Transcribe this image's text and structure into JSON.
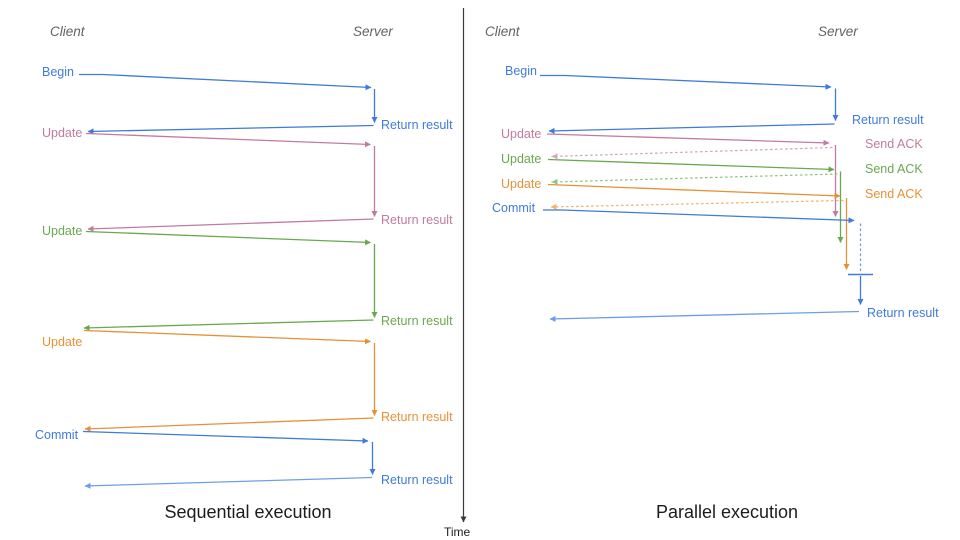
{
  "colors": {
    "blue": "#3f7bda",
    "blue_light": "#6d9eeb",
    "pink": "#c27ba0",
    "pink_light": "#d5a6bd",
    "green": "#6aa84f",
    "green_light": "#93c47d",
    "orange": "#e69138",
    "orange_light": "#f6b26b",
    "header_gray": "#5f6368",
    "title_black": "#1c1c1c",
    "axis": "#3c3c3c"
  },
  "left": {
    "title": "Sequential execution",
    "client_header": "Client",
    "server_header": "Server",
    "messages": [
      {
        "label": "Begin",
        "return_label": "Return result",
        "color": "blue"
      },
      {
        "label": "Update",
        "return_label": "Return result",
        "color": "pink"
      },
      {
        "label": "Update",
        "return_label": "Return result",
        "color": "green"
      },
      {
        "label": "Update",
        "return_label": "Return result",
        "color": "orange"
      },
      {
        "label": "Commit",
        "return_label": "Return result",
        "color": "blue"
      }
    ]
  },
  "right": {
    "title": "Parallel execution",
    "client_header": "Client",
    "server_header": "Server",
    "messages": [
      {
        "label": "Begin",
        "return_label": "Return result",
        "color": "blue"
      },
      {
        "label": "Update",
        "return_label": "Send ACK",
        "color": "pink"
      },
      {
        "label": "Update",
        "return_label": "Send ACK",
        "color": "green"
      },
      {
        "label": "Update",
        "return_label": "Send ACK",
        "color": "orange"
      },
      {
        "label": "Commit",
        "return_label": "Return result",
        "color": "blue"
      }
    ]
  },
  "time_axis": {
    "label": "Time"
  }
}
